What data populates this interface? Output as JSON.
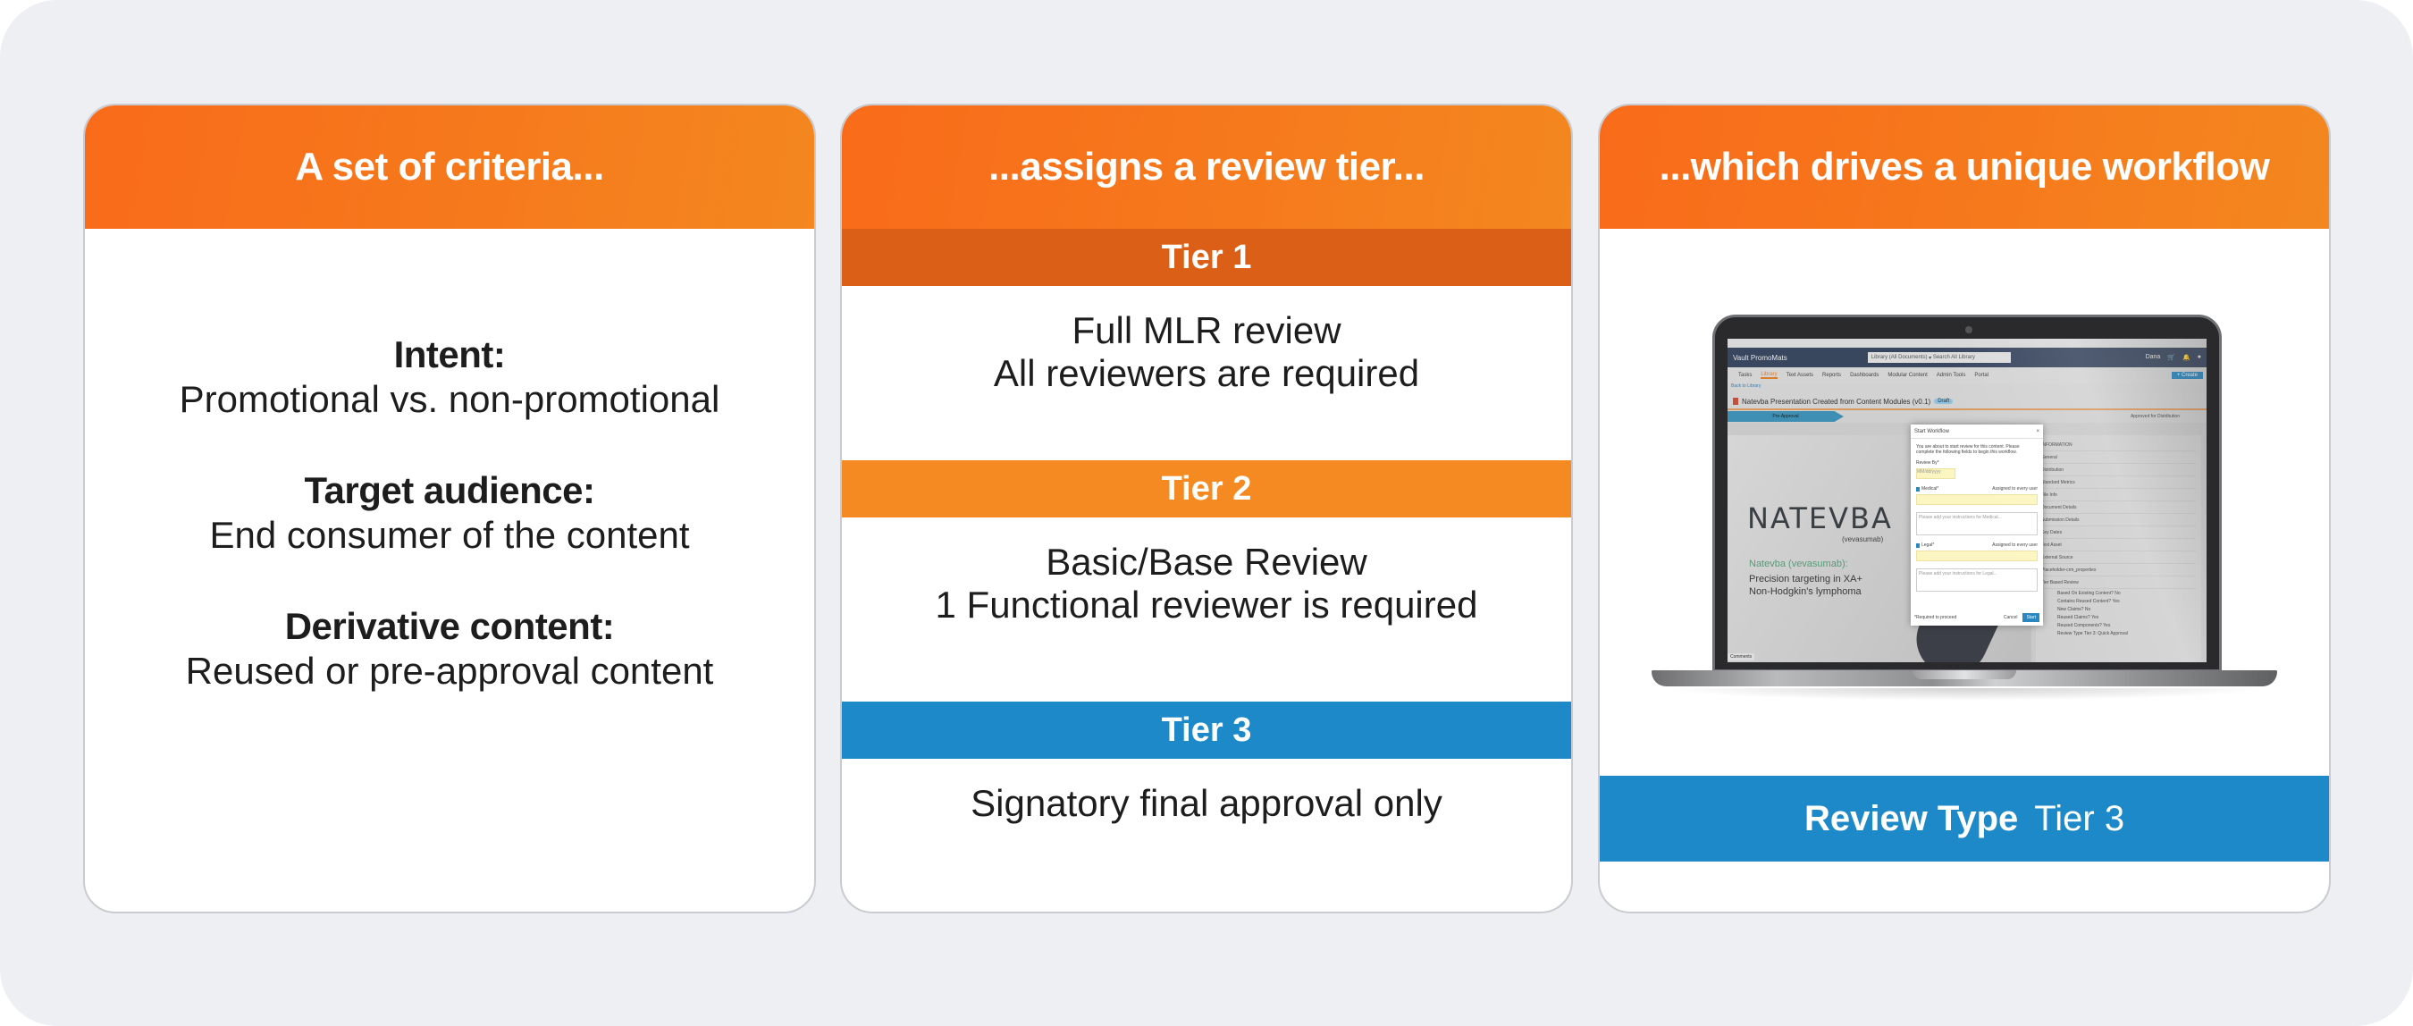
{
  "columns": [
    {
      "header": "A set of criteria...",
      "criteria": [
        {
          "label": "Intent:",
          "description": "Promotional vs. non-promotional"
        },
        {
          "label": "Target audience:",
          "description": "End consumer of the content"
        },
        {
          "label": "Derivative content:",
          "description": "Reused or pre-approval content"
        }
      ]
    },
    {
      "header": "...assigns a review tier...",
      "tiers": [
        {
          "name": "Tier 1",
          "color": "#db5f16",
          "lines": [
            "Full MLR review",
            "All reviewers are required"
          ]
        },
        {
          "name": "Tier 2",
          "color": "#f68a22",
          "lines": [
            "Basic/Base Review",
            "1 Functional reviewer is required"
          ]
        },
        {
          "name": "Tier 3",
          "color": "#1d89c8",
          "lines": [
            "Signatory final approval only"
          ]
        }
      ]
    },
    {
      "header": "...which drives a unique workflow",
      "review_type_label": "Review Type",
      "review_type_value": "Tier 3",
      "review_bar_color": "#1d89c8"
    }
  ],
  "colors": {
    "header_gradient_start": "#f96b1a",
    "header_gradient_end": "#f4871f",
    "background": "#eeeff3"
  },
  "laptop_screen": {
    "app_name": "Vault PromoMats",
    "search_scope": "Library (All Documents)",
    "search_placeholder": "Search All Library",
    "user_menu": "Dana",
    "create_button": "+ Create",
    "nav_tabs": [
      "Tasks",
      "Library",
      "Text Assets",
      "Reports",
      "Dashboards",
      "Modular Content",
      "Admin Tools",
      "Portal"
    ],
    "active_tab": "Library",
    "breadcrumb": "Back to Library",
    "document_title": "Natevba Presentation Created from Content Modules (v0.1)",
    "document_status": "Draft",
    "lifecycle_first": "Pre-Approval",
    "lifecycle_last": "Approved for Distribution",
    "document_brand": "NATEVBA",
    "document_brand_sub": "(vevasumab)",
    "document_tagline_1": "Natevba (vevasumab):",
    "document_tagline_2": "Precision targeting in XA+",
    "document_tagline_3": "Non-Hodgkin's lymphoma",
    "comments_tab": "Comments",
    "modal": {
      "title": "Start Workflow",
      "intro": "You are about to start review for this content. Please complete the following fields to begin this workflow.",
      "review_by_label": "Review By*",
      "review_by_value": "MM/dd/yyyy",
      "medical_label": "Medical*",
      "medical_assign": "Assigned to every user",
      "medical_placeholder": "Please add your instructions for Medical...",
      "legal_label": "Legal*",
      "legal_assign": "Assigned to every user",
      "legal_placeholder": "Please add your instructions for Legal...",
      "required_note": "*Required to proceed",
      "cancel": "Cancel",
      "start": "Start"
    },
    "info_panel": {
      "title": "INFORMATION",
      "sections": [
        "General",
        "Distribution",
        "Standard Metrics",
        "File Info",
        "Document Details",
        "Submission Details",
        "Key Dates",
        "Text Asset",
        "External Source",
        "Placeholder-crm_properties",
        "Tier Based Review"
      ],
      "fields": [
        {
          "label": "Based On Existing Content?",
          "value": "No"
        },
        {
          "label": "Contains Reused Content?",
          "value": "Yes"
        },
        {
          "label": "New Claims?",
          "value": "No"
        },
        {
          "label": "Reused Claims?",
          "value": "Yes"
        },
        {
          "label": "Reused Components?",
          "value": "Yes"
        },
        {
          "label": "Review Type",
          "value": "Tier 3: Quick Approval"
        }
      ]
    }
  }
}
